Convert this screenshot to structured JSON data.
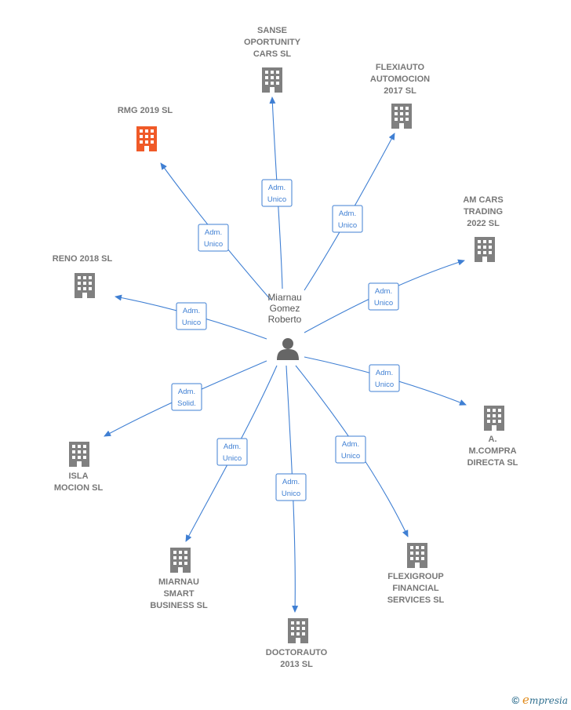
{
  "colors": {
    "edge": "#3f7fd3",
    "building": "#808080",
    "building_highlight": "#f05a28",
    "label": "#777777",
    "person": "#666666"
  },
  "center": {
    "name_lines": [
      "Miarnau",
      "Gomez",
      "Roberto"
    ],
    "icon": "person-icon"
  },
  "companies": [
    {
      "id": "sanse",
      "lines": [
        "SANSE",
        "OPORTUNITY",
        "CARS  SL"
      ],
      "role": [
        "Adm.",
        "Unico"
      ],
      "highlight": false
    },
    {
      "id": "flexiauto",
      "lines": [
        "FLEXIAUTO",
        "AUTOMOCION",
        "2017  SL"
      ],
      "role": [
        "Adm.",
        "Unico"
      ],
      "highlight": false
    },
    {
      "id": "rmg",
      "lines": [
        "RMG 2019  SL"
      ],
      "role": [
        "Adm.",
        "Unico"
      ],
      "highlight": true
    },
    {
      "id": "amcars",
      "lines": [
        "AM CARS",
        "TRADING",
        "2022  SL"
      ],
      "role": [
        "Adm.",
        "Unico"
      ],
      "highlight": false
    },
    {
      "id": "reno",
      "lines": [
        "RENO 2018  SL"
      ],
      "role": [
        "Adm.",
        "Unico"
      ],
      "highlight": false
    },
    {
      "id": "compra",
      "lines": [
        "A.",
        "M.COMPRA",
        "DIRECTA  SL"
      ],
      "role": [
        "Adm.",
        "Unico"
      ],
      "highlight": false
    },
    {
      "id": "isla",
      "lines": [
        "ISLA",
        "MOCION  SL"
      ],
      "role": [
        "Adm.",
        "Solid."
      ],
      "highlight": false
    },
    {
      "id": "smart",
      "lines": [
        "MIARNAU",
        "SMART",
        "BUSINESS  SL"
      ],
      "role": [
        "Adm.",
        "Unico"
      ],
      "highlight": false
    },
    {
      "id": "doctorauto",
      "lines": [
        "DOCTORAUTO",
        "2013  SL"
      ],
      "role": [
        "Adm.",
        "Unico"
      ],
      "highlight": false
    },
    {
      "id": "flexigroup",
      "lines": [
        "FLEXIGROUP",
        "FINANCIAL",
        "SERVICES SL"
      ],
      "role": [
        "Adm.",
        "Unico"
      ],
      "highlight": false
    }
  ],
  "footer": {
    "copyright_symbol": "©",
    "brand_initial": "e",
    "brand_rest": "mpresia"
  }
}
